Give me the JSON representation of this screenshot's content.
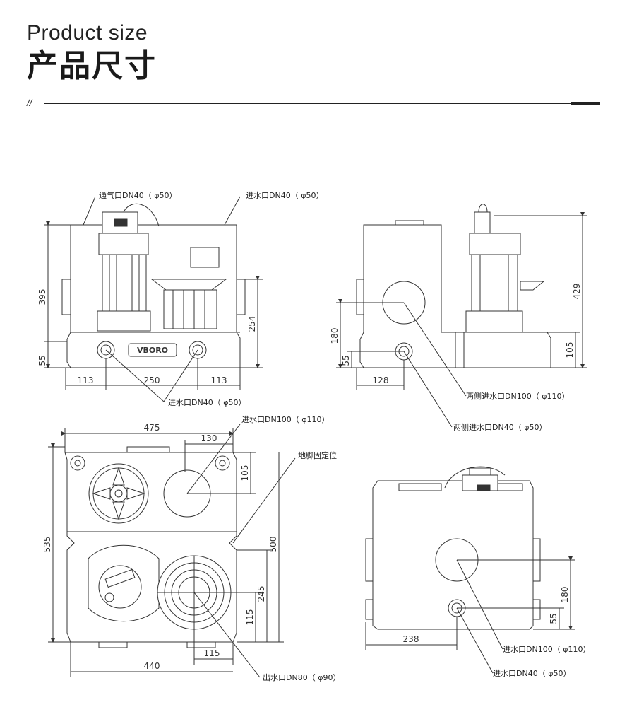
{
  "header": {
    "title_en": "Product size",
    "title_cn": "产品尺寸",
    "rule_mark": "//"
  },
  "front_view": {
    "vent_label": "通气口DN40（ φ50）",
    "inlet_top_label": "进水口DN40（ φ50）",
    "inlet_bottom_label": "进水口DN40（ φ50）",
    "brand": "VBORO",
    "dims": {
      "height": "395",
      "inner_height": "254",
      "base": "55",
      "left": "113",
      "middle": "250",
      "right": "113"
    }
  },
  "side_view": {
    "inlet_side_large_label": "两侧进水口DN100（ φ110）",
    "inlet_side_small_label": "两侧进水口DN40（ φ50）",
    "dims": {
      "height": "429",
      "left_h": "180",
      "base": "55",
      "right_h": "105",
      "width": "128"
    }
  },
  "top_view": {
    "inlet_label": "进水口DN100（ φ110）",
    "foot_label": "地脚固定位",
    "outlet_label": "出水口DN80（ φ90）",
    "dims": {
      "top": "475",
      "hole_w": "130",
      "hole_h": "105",
      "total_h": "535",
      "inner_h": "500",
      "h245": "245",
      "h115": "115",
      "w115": "115",
      "bottom": "440"
    }
  },
  "back_view": {
    "inlet_large_label": "进水口DN100（ φ110）",
    "inlet_small_label": "进水口DN40（ φ50）",
    "dims": {
      "h180": "180",
      "h55": "55",
      "w238": "238"
    }
  }
}
